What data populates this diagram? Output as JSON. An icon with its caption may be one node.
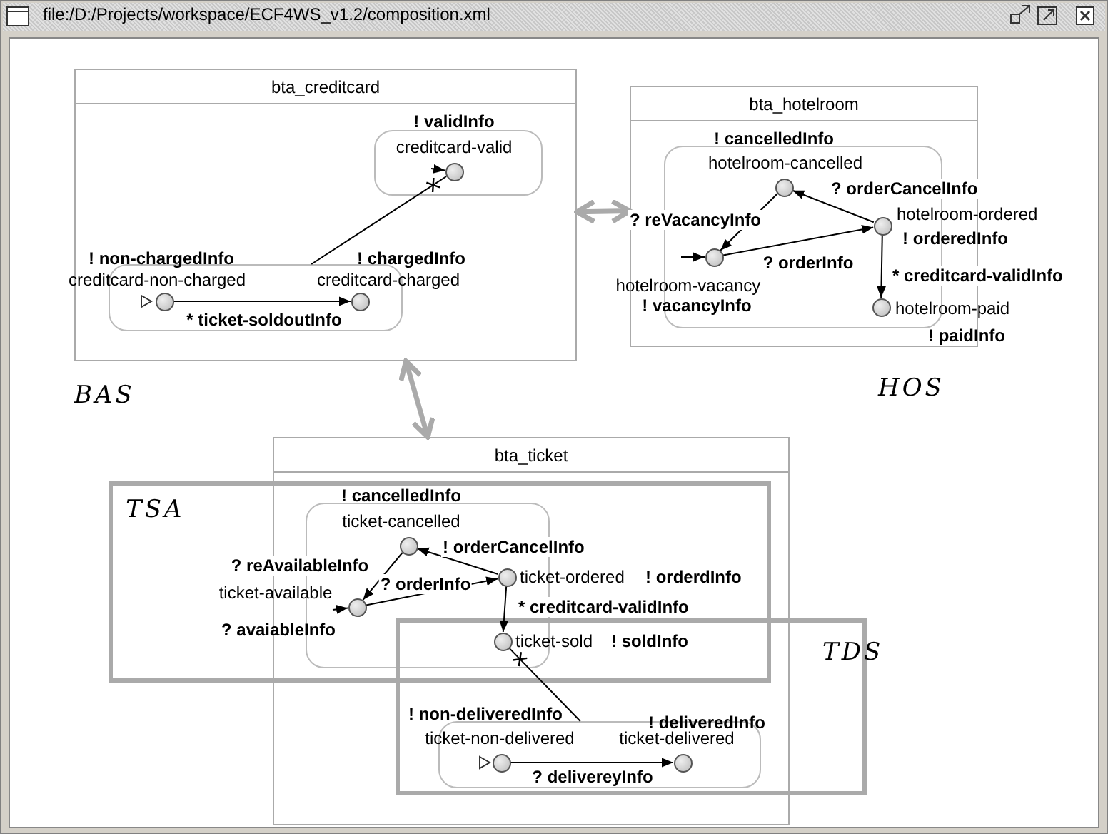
{
  "diagram": {
    "nodes": [
      {
        "text": [
          "bta_creditcard"
        ]
      },
      {
        "text": [],
        "shape": "box",
        "in": 0
      },
      {
        "text": [],
        "shape": "circle",
        "in": 1,
        "beside": [
          "creditcard-valid",
          "! validInfo"
        ]
      },
      {
        "text": [],
        "shape": "box",
        "in": 0
      },
      {
        "text": [],
        "shape": "circle",
        "in": 3,
        "beside": [
          "creditcard-non-charged",
          "! non-chargedInfo"
        ]
      },
      {
        "text": [],
        "shape": "circle",
        "in": 3,
        "beside": [
          "creditcard-charged",
          "! chargedInfo"
        ]
      },
      {
        "text": [
          "bta_hotelroom"
        ]
      },
      {
        "text": [],
        "shape": "box",
        "in": 6
      },
      {
        "text": [],
        "shape": "circle",
        "in": 7,
        "beside": [
          "hotelroom-cancelled",
          "! cancelledInfo"
        ]
      },
      {
        "text": [],
        "shape": "circle",
        "in": 7,
        "beside": [
          "hotelroom-vacancy",
          "! vacancyInfo"
        ]
      },
      {
        "text": [],
        "shape": "circle",
        "in": 7,
        "beside": [
          "hotelroom-ordered",
          "! orderedInfo"
        ]
      },
      {
        "text": [],
        "shape": "circle",
        "in": 7,
        "beside": [
          "hotelroom-paid",
          "! paidInfo"
        ]
      },
      {
        "text": [
          "bta_ticket"
        ]
      },
      {
        "text": [],
        "shape": "box",
        "in": 12
      },
      {
        "text": [],
        "shape": "circle",
        "in": 13,
        "beside": [
          "ticket-cancelled",
          "! cancelledInfo"
        ]
      },
      {
        "text": [],
        "shape": "circle",
        "in": 13,
        "beside": [
          "ticket-available",
          "? avaiableInfo"
        ]
      },
      {
        "text": [],
        "shape": "circle",
        "in": 13,
        "beside": [
          "ticket-ordered",
          "! orderdInfo"
        ]
      },
      {
        "text": [],
        "shape": "circle",
        "in": 13,
        "beside": [
          "ticket-sold",
          "! soldInfo"
        ]
      },
      {
        "text": [],
        "shape": "box",
        "in": 12
      },
      {
        "text": [],
        "shape": "circle",
        "in": 18,
        "beside": [
          "ticket-non-delivered",
          "! non-deliveredInfo"
        ]
      },
      {
        "text": [],
        "shape": "circle",
        "in": 18,
        "beside": [
          "ticket-delivered",
          "! deliveredInfo"
        ]
      }
    ],
    "edges": [
      {
        "from": 0,
        "to": 6,
        "arrow": "both",
        "style": "thick",
        "color": "#aaaaaa"
      },
      {
        "from": 0,
        "to": 12,
        "arrow": "both",
        "style": "thick",
        "color": "#aaaaaa"
      },
      {
        "from": 3,
        "to": 2,
        "arrow": "other"
      },
      {
        "from": 4,
        "to": 5,
        "arrow": "to",
        "label": "* ticket-soldoutInfo"
      },
      {
        "from": null,
        "to": 2,
        "arrow": "to"
      },
      {
        "from": 10,
        "to": 8,
        "arrow": "to",
        "label": "? orderCancelInfo"
      },
      {
        "from": 8,
        "to": 9,
        "arrow": "to",
        "label": "? reVacancyInfo"
      },
      {
        "from": 9,
        "to": 10,
        "arrow": "to",
        "label": "? orderInfo"
      },
      {
        "from": 10,
        "to": 11,
        "arrow": "to",
        "label": "* creditcard-validInfo"
      },
      {
        "from": null,
        "to": 9,
        "arrow": "to"
      },
      {
        "from": 16,
        "to": 14,
        "arrow": "to",
        "label": "! orderCancelInfo"
      },
      {
        "from": 14,
        "to": 15,
        "arrow": "to",
        "label": "? reAvailableInfo"
      },
      {
        "from": 15,
        "to": 16,
        "arrow": "to",
        "label": "? orderInfo"
      },
      {
        "from": 16,
        "to": 17,
        "arrow": "to",
        "label": "* creditcard-validInfo"
      },
      {
        "from": 18,
        "to": 17,
        "arrow": "other"
      },
      {
        "from": 19,
        "to": 20,
        "arrow": "to",
        "label": "? delivereyInfo"
      },
      {
        "from": null,
        "to": 15,
        "arrow": "to"
      }
    ],
    "labels": [
      "file:/D:/Projects/workspace/ECF4WS_v1.2/composition.xml",
      "BAS",
      "HOS",
      "TSA",
      "TDS"
    ]
  }
}
